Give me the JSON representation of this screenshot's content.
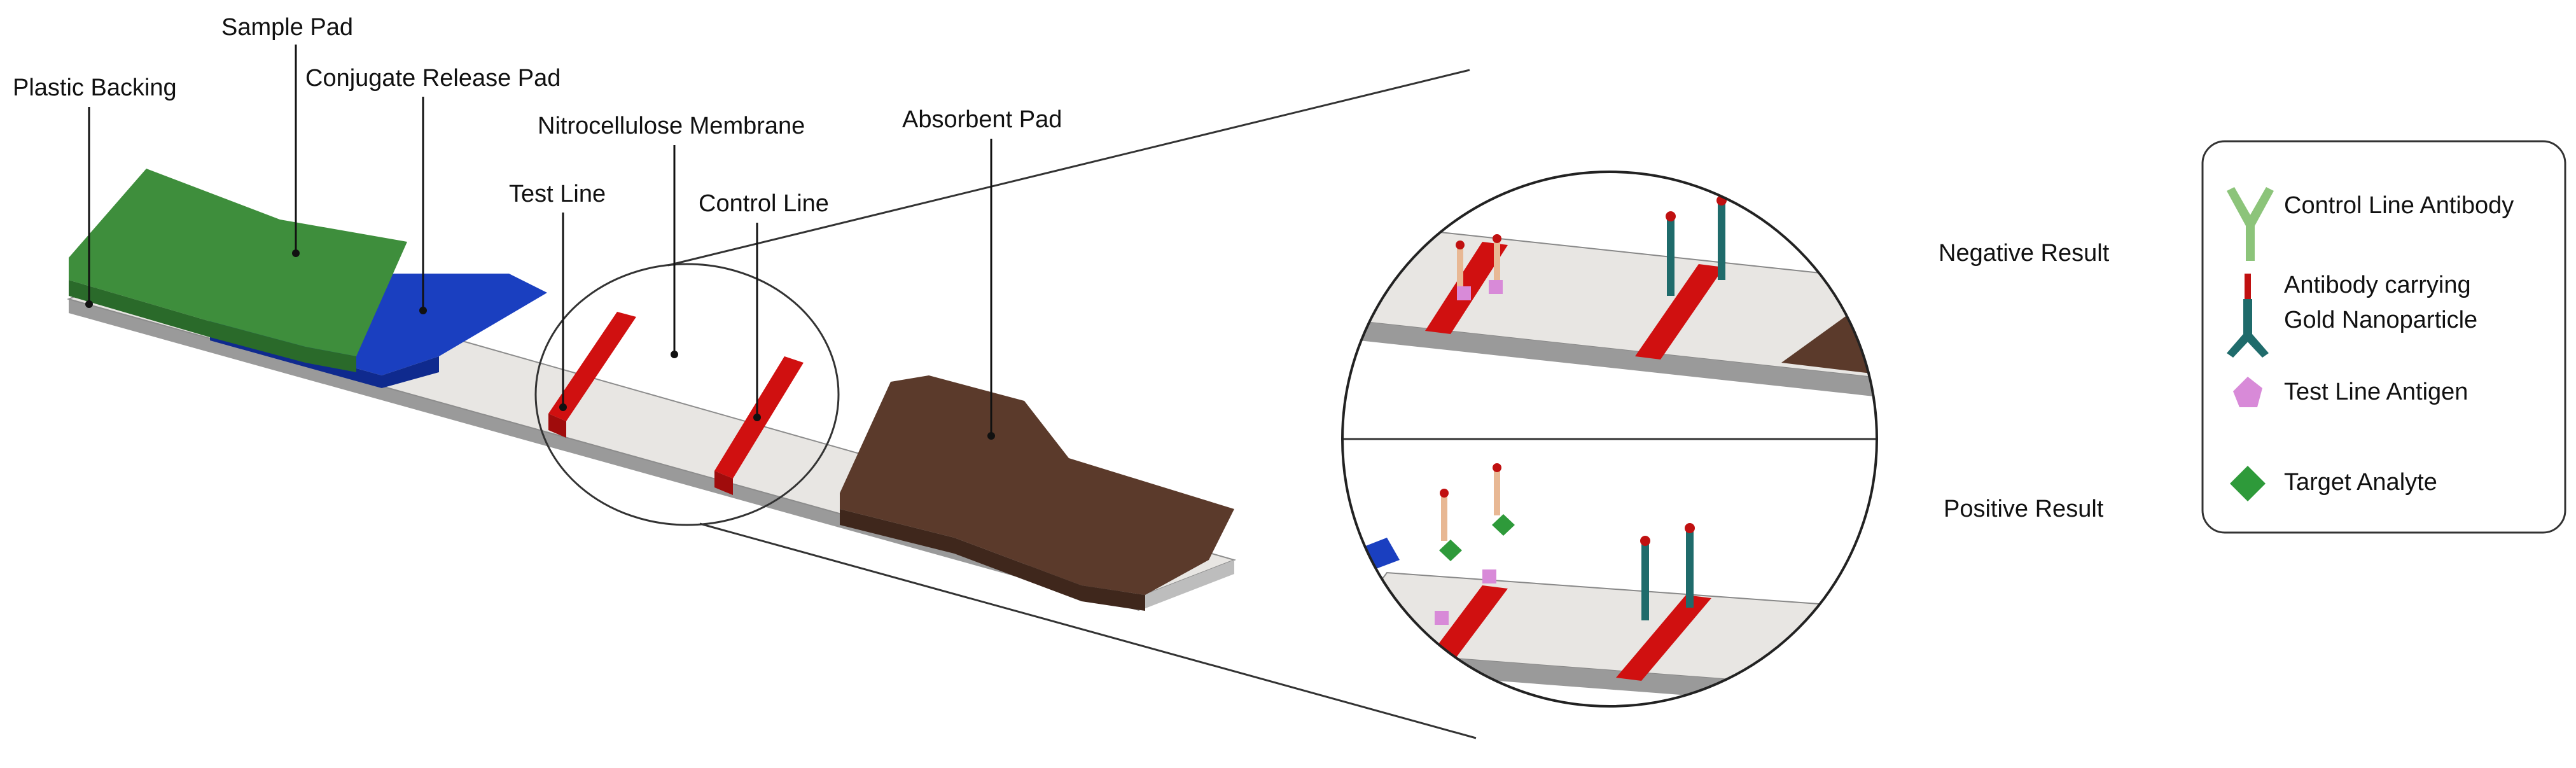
{
  "labels": {
    "plastic_backing": "Plastic Backing",
    "sample_pad": "Sample Pad",
    "conjugate_release_pad": "Conjugate Release Pad",
    "nitrocellulose_membrane": "Nitrocellulose Membrane",
    "test_line": "Test Line",
    "control_line": "Control Line",
    "absorbent_pad": "Absorbent Pad"
  },
  "results": {
    "negative": "Negative Result",
    "positive": "Positive Result"
  },
  "legend": {
    "control_line_antibody": "Control Line Antibody",
    "antibody_carrying_line1": "Antibody carrying",
    "antibody_carrying_line2": "Gold Nanoparticle",
    "test_line_antigen": "Test Line Antigen",
    "target_analyte": "Target Analyte"
  },
  "colors": {
    "sample_pad": "#3e8e3c",
    "conjugate_pad": "#1a3fc0",
    "membrane": "#e6e4e1",
    "backing": "#9a9a9a",
    "absorbent_pad": "#5b3a2b",
    "test_control_lines": "#d01010",
    "control_antibody": "#8cc47a",
    "gold_antibody": "#1f6b6b",
    "test_antigen": "#d88ad8",
    "target_analyte": "#2e9a3a",
    "bound_antibody": "#e8b894"
  },
  "icons": [
    "y-antibody-icon",
    "y-antibody-gold-icon",
    "diamond-antigen-icon",
    "diamond-analyte-icon"
  ]
}
